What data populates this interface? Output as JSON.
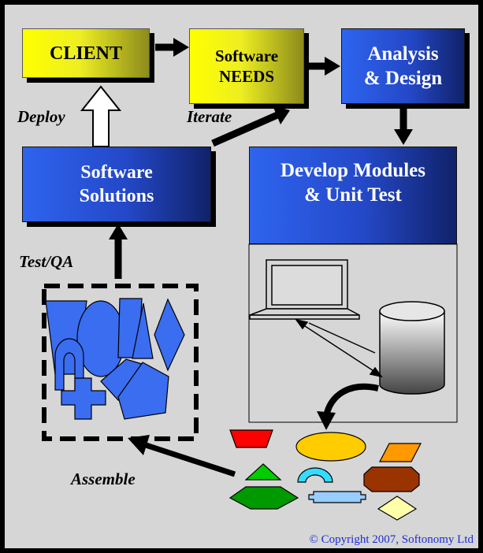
{
  "boxes": {
    "client": "CLIENT",
    "needs": "Software\nNEEDS",
    "analysis": "Analysis\n& Design",
    "develop": "Develop Modules\n& Unit Test",
    "solutions": "Software\nSolutions"
  },
  "labels": {
    "deploy": "Deploy",
    "iterate": "Iterate",
    "test_qa": "Test/QA",
    "assemble": "Assemble"
  },
  "copyright": "© Copyright 2007, Softonomy Ltd",
  "colors": {
    "background": "#d6d6d6",
    "yellow_box": "#ffff00",
    "blue_box": "#2e64ee",
    "assembled_shapes": "#3a6df0",
    "copyright_text": "#1c2bd8"
  },
  "icons": [
    "laptop-icon",
    "database-cylinder-icon"
  ]
}
